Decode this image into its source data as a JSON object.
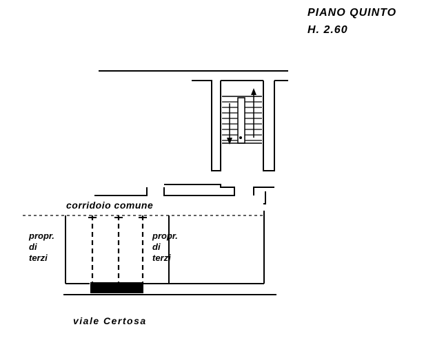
{
  "header": {
    "floor_name": "PIANO QUINTO",
    "ceiling_height": "H. 2.60"
  },
  "plan": {
    "corridor_label": "corridoio comune",
    "third_party_left": [
      "propr.",
      "di",
      "terzi"
    ],
    "third_party_right": [
      "propr.",
      "di",
      "terzi"
    ],
    "street_label": "viale Certosa"
  },
  "style": {
    "line_color": "#000000",
    "background": "#ffffff"
  }
}
